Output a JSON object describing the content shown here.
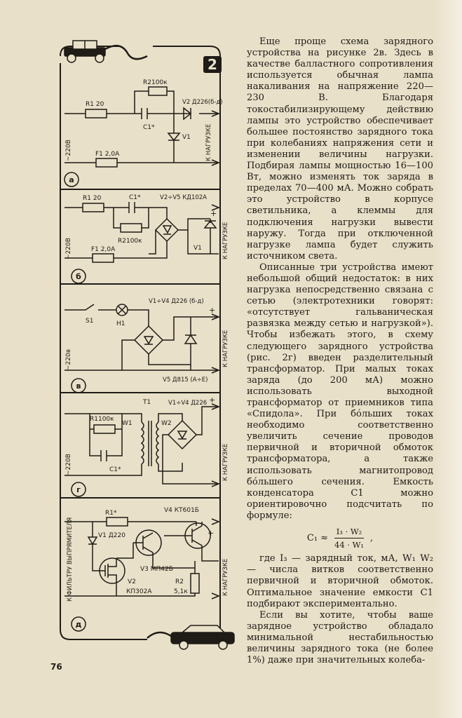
{
  "page_number": "76",
  "figure": {
    "number": "2",
    "sections": {
      "a": {
        "label": "а",
        "mains": "~220В",
        "r1": "R1 20",
        "r2": "R2100к",
        "c1": "C1*",
        "v2": "V2 Д226(б-д)",
        "v1": "V1",
        "fuse": "F1 2,0А",
        "load": "К НАГРУЗКЕ"
      },
      "b": {
        "label": "б",
        "mains": "~220В",
        "r1": "R1 20",
        "c1": "C1*",
        "r2": "R2100к",
        "bridge": "V2÷V5 КД102А",
        "v1": "V1",
        "fuse": "F1 2,0А",
        "load": "К НАГРУЗКЕ",
        "plus": "+"
      },
      "v": {
        "label": "в",
        "mains": "~220в",
        "s1": "S1",
        "h1": "H1",
        "bridge": "V1÷V4 Д226 (б-д)",
        "v5": "V5 Д815 (А÷Е)",
        "load": "К НАГРУЗКЕ",
        "plus": "+"
      },
      "g": {
        "label": "г",
        "mains": "~220В",
        "t1": "T1",
        "w1": "W1",
        "w2": "W2",
        "bridge": "V1÷V4 Д226",
        "r1": "R1100к",
        "c1": "C1*",
        "load": "К НАГРУЗКЕ",
        "plus": "+"
      },
      "d": {
        "label": "д",
        "input": "К ФИЛЬТРУ ВЫПРЯМИТЕЛЯ",
        "r1": "R1*",
        "v1": "V1 Д220",
        "v4": "V4 КТ601Б",
        "v3": "V3 МП42Б",
        "v2a": "V2",
        "v2b": "КП302А",
        "r2a": "R2",
        "r2b": "5,1к",
        "load": "К НАГРУЗКЕ",
        "plus": "+"
      }
    }
  },
  "text": {
    "p1": "Еще проще схема зарядного устройства на рисунке 2в. Здесь в качестве балластного сопротивления используется обычная лампа накаливания на напряжение 220—230 В. Благодаря токостабилизирующему действию лампы это устройство обеспечивает большее постоянство зарядного тока при колебаниях напряжения сети и изменении величины нагрузки. Подбирая лампы мощностью 16—100 Вт, можно изменять ток заряда в пределах 70—400 мА. Можно собрать это устройство в корпусе светильника, а клеммы для подключения нагрузки вывести наружу. Тогда при отключенной нагрузке лампа будет служить источником света.",
    "p2": "Описанные три устройства имеют небольшой общий недостаток: в них нагрузка непосредственно связана с сетью (электротехники говорят: «отсутствует гальваническая развязка между сетью и нагрузкой»). Чтобы избежать этого, в схему следующего зарядного устройства (рис. 2г) введен разделительный трансформатор. При малых токах заряда (до 200 мА) можно использовать выходной трансформатор от приемников типа «Спидола». При бóльших токах необходимо соответственно увеличить сечение проводов первичной и вторичной обмоток трансформатора, а также использовать магнитопровод бóльшего сечения. Емкость конденсатора C1 можно ориентировочно подсчитать по формуле:",
    "formula_lhs": "C₁ ≈",
    "formula_num": "I₃ · W₂",
    "formula_den": "44 · W₁",
    "formula_tail": ",",
    "p3": "где I₃ — зарядный ток, мА, W₁ W₂ — числа витков соответственно первичной и вторичной обмоток. Оптимальное значение емкости C1 подбирают экспериментально.",
    "p4": "Если вы хотите, чтобы ваше зарядное устройство обладало минимальной нестабильностью величины зарядного тока (не более 1%) даже при значительных колеба-"
  }
}
